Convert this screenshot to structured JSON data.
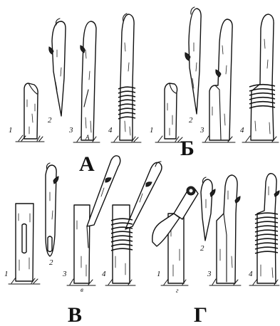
{
  "panels": [
    {
      "letter": "А",
      "steps": [
        "1",
        "2",
        "3",
        "4"
      ],
      "sub": "А"
    },
    {
      "letter": "Б",
      "steps": [
        "1",
        "2",
        "3",
        "4"
      ]
    },
    {
      "letter": "В",
      "steps": [
        "1",
        "2",
        "3",
        "4"
      ],
      "sub": "в"
    },
    {
      "letter": "Г",
      "steps": [
        "1",
        "2",
        "3",
        "4"
      ],
      "sub": "г"
    }
  ]
}
